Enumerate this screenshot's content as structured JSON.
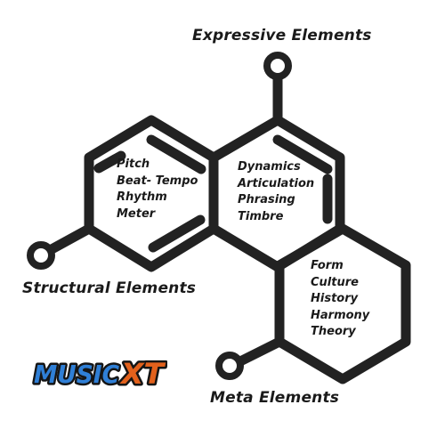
{
  "titles": {
    "expressive": "Expressive Elements",
    "structural": "Structural Elements",
    "meta": "Meta Elements"
  },
  "lists": {
    "left_ring": [
      "Pitch",
      "Beat- Tempo",
      "Rhythm",
      "Meter"
    ],
    "right_ring": [
      "Dynamics",
      "Articulation",
      "Phrasing",
      "Timbre"
    ],
    "bottom_ring": [
      "Form",
      "Culture",
      "History",
      "Harmony",
      "Theory"
    ]
  },
  "logo": {
    "text_main": "MUSIC",
    "text_accent": "XT"
  },
  "colors": {
    "stroke": "#222222",
    "background": "#ffffff",
    "logo_blue": "#2f7fd6",
    "logo_orange": "#e2611c",
    "logo_outline": "#151515"
  }
}
